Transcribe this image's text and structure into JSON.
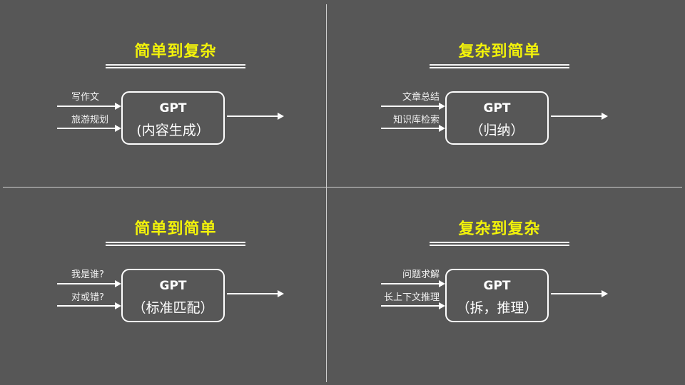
{
  "quadrants": [
    {
      "title": "简单到复杂",
      "inputs": [
        "写作文",
        "旅游规划"
      ],
      "box_title": "GPT",
      "box_subtitle": "(内容生成）"
    },
    {
      "title": "复杂到简单",
      "inputs": [
        "文章总结",
        "知识库检索"
      ],
      "box_title": "GPT",
      "box_subtitle": "（归纳）"
    },
    {
      "title": "简单到简单",
      "inputs": [
        "我是谁?",
        "对或错?"
      ],
      "box_title": "GPT",
      "box_subtitle": "（标准匹配）"
    },
    {
      "title": "复杂到复杂",
      "inputs": [
        "问题求解",
        "长上下文推理"
      ],
      "box_title": "GPT",
      "box_subtitle": "（拆，推理）"
    }
  ],
  "colors": {
    "background": "#575757",
    "title": "#f2f20a"
  }
}
